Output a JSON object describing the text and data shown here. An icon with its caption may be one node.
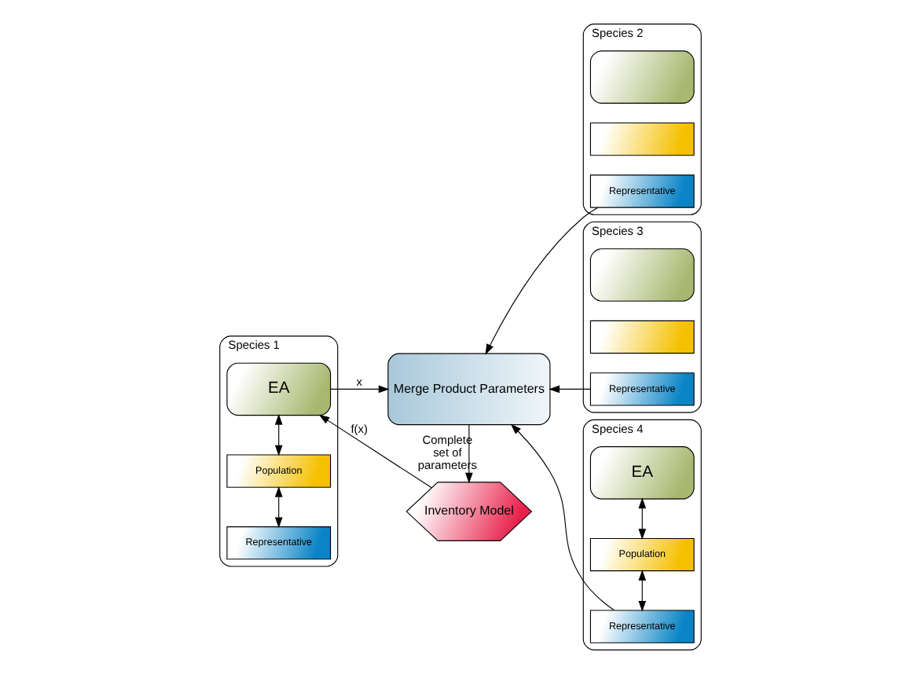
{
  "diagram": {
    "nodes": [
      {
        "text": [
          "Species 1"
        ]
      },
      {
        "text": [
          "EA"
        ],
        "in": 0
      },
      {
        "text": [
          "Population"
        ],
        "in": 0
      },
      {
        "text": [
          "Representative"
        ],
        "in": 0
      },
      {
        "text": [
          "Merge Product Parameters"
        ]
      },
      {
        "text": [
          "Inventory Model"
        ]
      },
      {
        "text": [
          "Species 2"
        ]
      },
      {
        "text": [],
        "shape": "box",
        "in": 6
      },
      {
        "text": [],
        "shape": "box",
        "in": 6
      },
      {
        "text": [
          "Representative"
        ],
        "in": 6
      },
      {
        "text": [
          "Species 3"
        ]
      },
      {
        "text": [],
        "shape": "box",
        "in": 10
      },
      {
        "text": [],
        "shape": "box",
        "in": 10
      },
      {
        "text": [
          "Representative"
        ],
        "in": 10
      },
      {
        "text": [
          "Species 4"
        ]
      },
      {
        "text": [
          "EA"
        ],
        "in": 14
      },
      {
        "text": [
          "Population"
        ],
        "in": 14
      },
      {
        "text": [
          "Representative"
        ],
        "in": 14
      }
    ],
    "edges": [
      {
        "from": 1,
        "to": 2,
        "arrow": "both"
      },
      {
        "from": 2,
        "to": 3,
        "arrow": "both"
      },
      {
        "from": 1,
        "to": 4,
        "arrow": "to",
        "label": "x"
      },
      {
        "from": 4,
        "to": 5,
        "arrow": "to",
        "label": "Complete set of parameters"
      },
      {
        "from": 5,
        "to": 1,
        "arrow": "to",
        "label": "f(x)"
      },
      {
        "from": 9,
        "to": 4,
        "arrow": "to"
      },
      {
        "from": 13,
        "to": 4,
        "arrow": "to"
      },
      {
        "from": 17,
        "to": 4,
        "arrow": "to"
      },
      {
        "from": 15,
        "to": 16,
        "arrow": "both"
      },
      {
        "from": 16,
        "to": 17,
        "arrow": "both"
      }
    ]
  }
}
